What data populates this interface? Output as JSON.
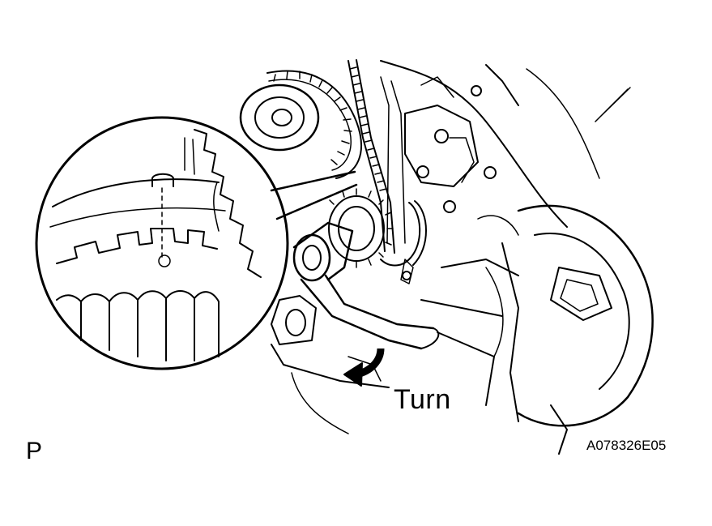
{
  "labels": {
    "turn": "Turn",
    "view_letter": "P",
    "figure_code": "A078326E05"
  },
  "colors": {
    "ink": "#000000",
    "paper": "#ffffff"
  },
  "icons": {
    "rotation_arrow": "curved-arrow-icon"
  }
}
